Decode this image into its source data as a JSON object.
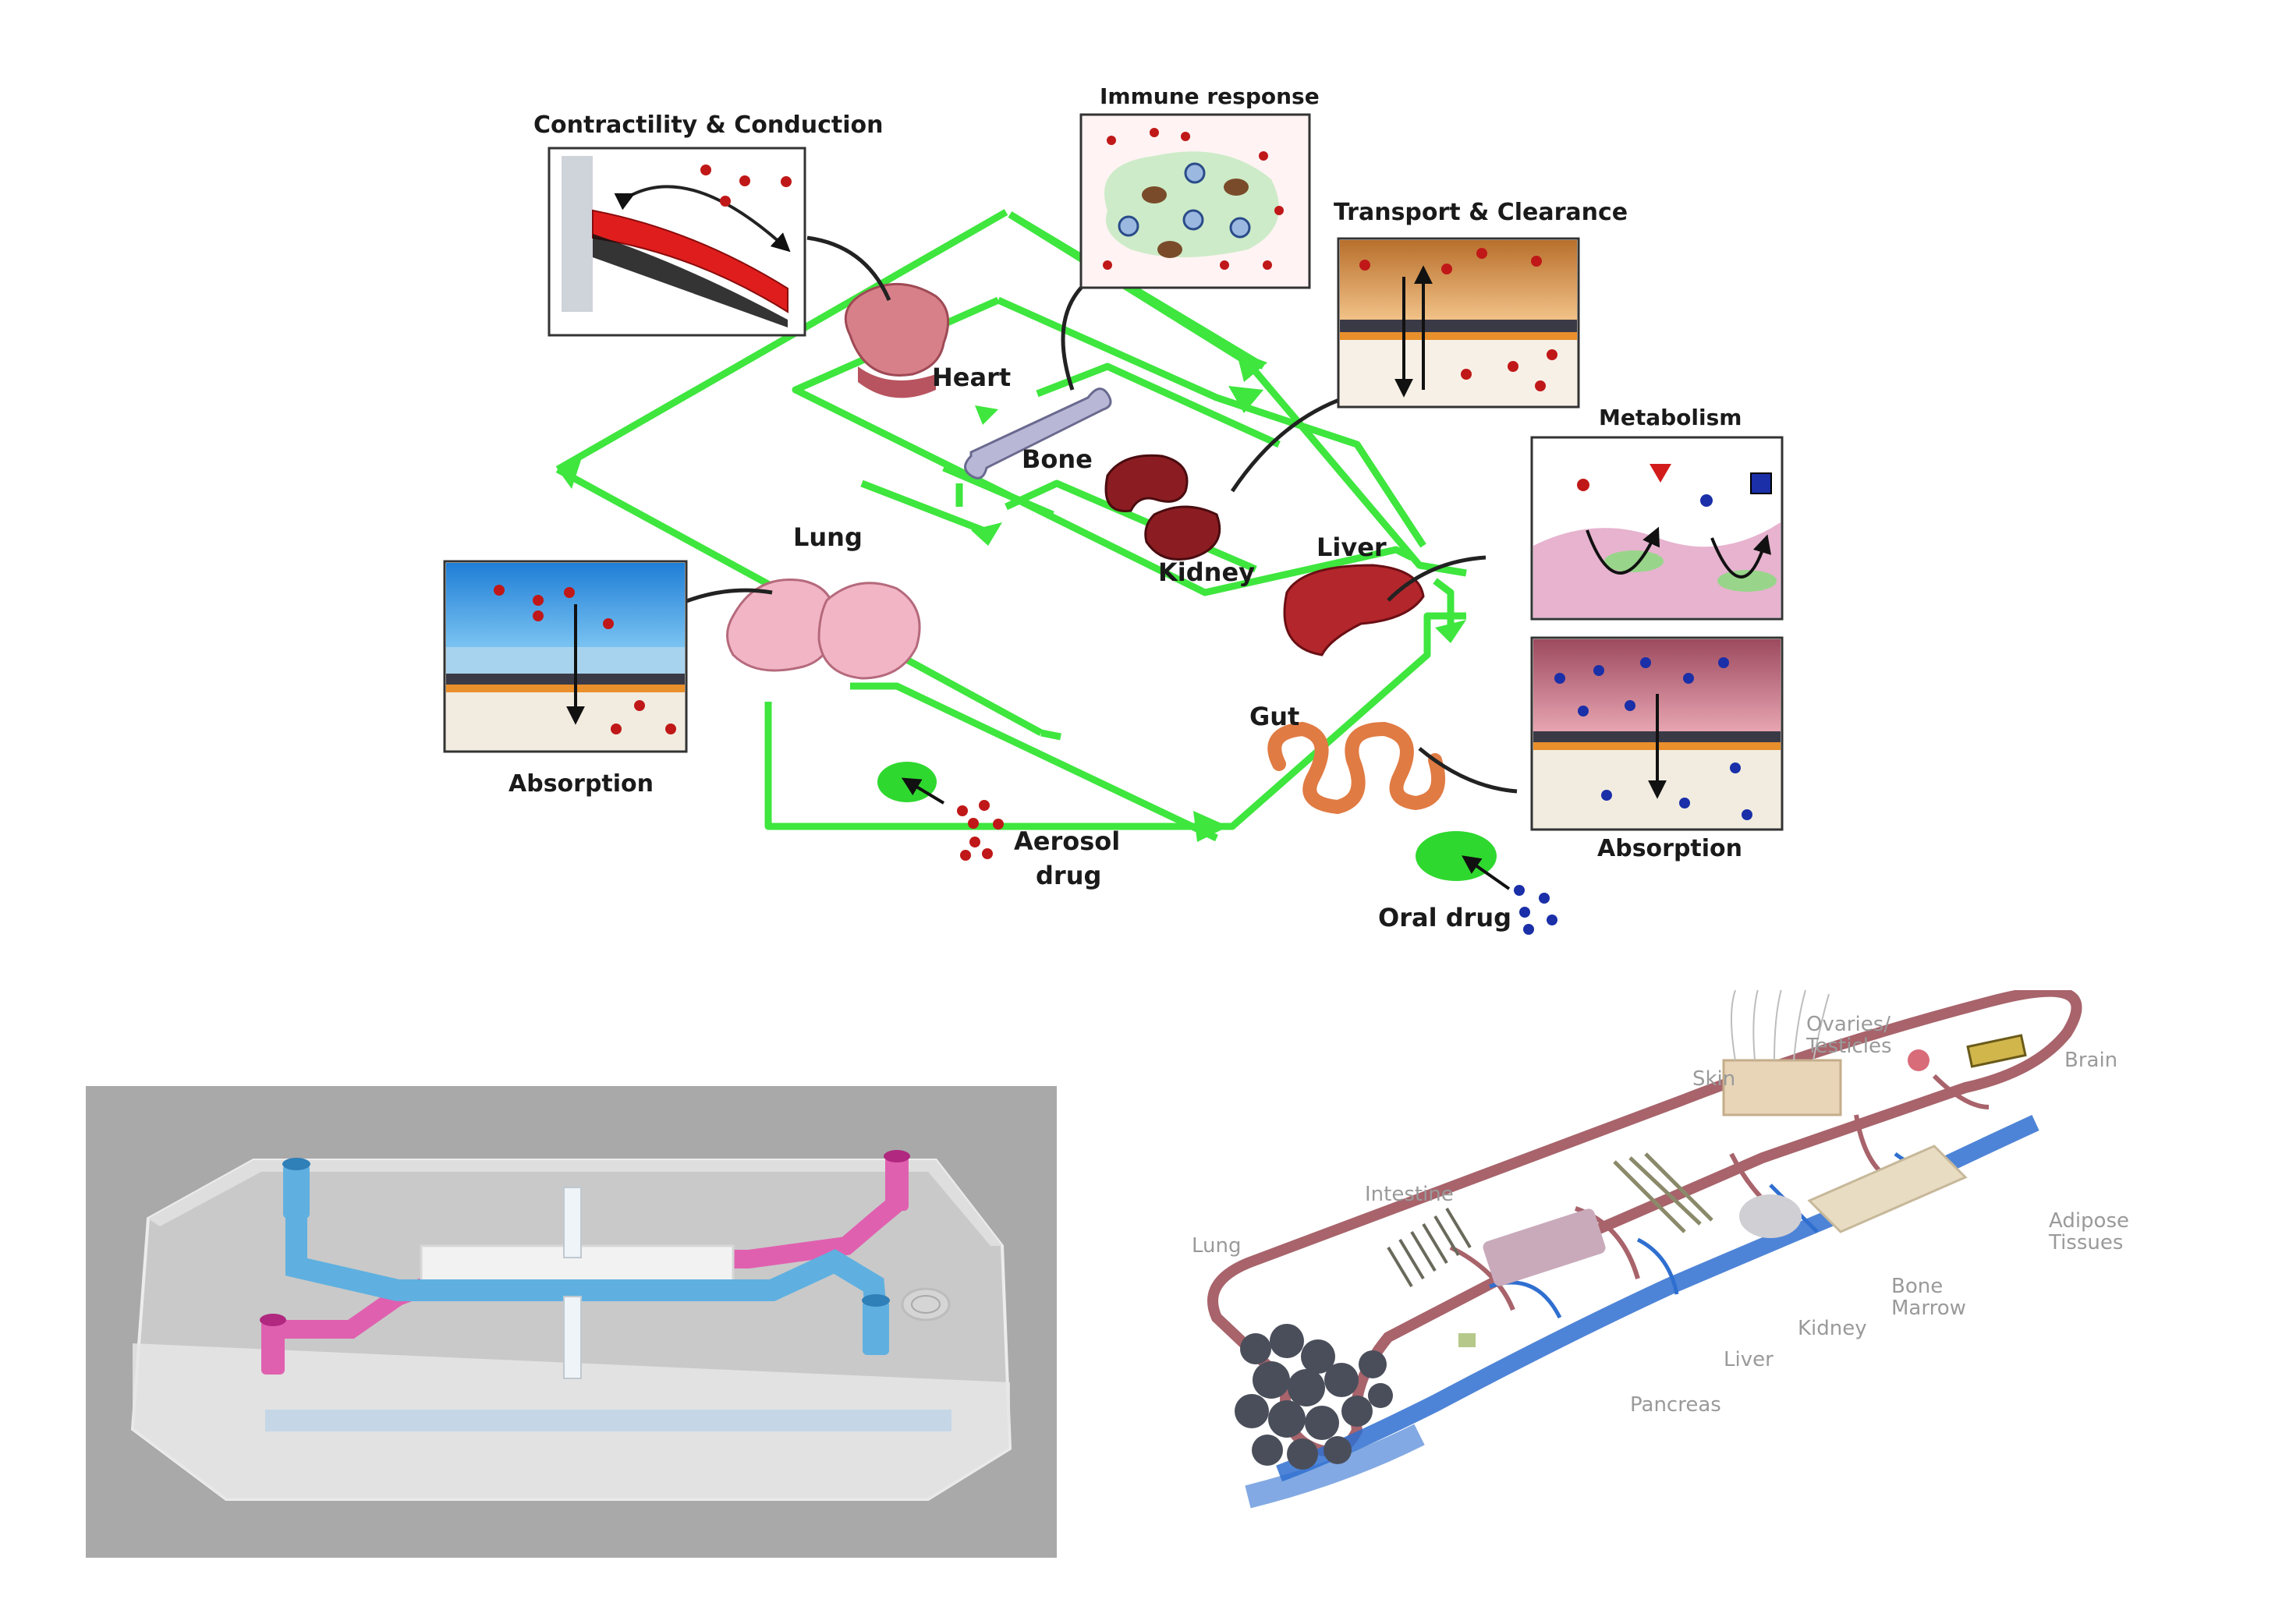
{
  "top_diagram": {
    "boxes": {
      "contractility": "Contractility & Conduction",
      "immune": "Immune response",
      "transport": "Transport & Clearance",
      "metabolism": "Metabolism",
      "absorption_lung": "Absorption",
      "absorption_gut": "Absorption"
    },
    "organs": {
      "heart": "Heart",
      "bone": "Bone",
      "lung": "Lung",
      "kidney": "Kidney",
      "liver": "Liver",
      "gut": "Gut"
    },
    "inputs": {
      "aerosol_line1": "Aerosol",
      "aerosol_line2": "drug",
      "oral": "Oral drug"
    },
    "colors": {
      "channel": "#3ee63e",
      "red_dot": "#c01818",
      "blue_dot": "#1a2fa8"
    }
  },
  "chip_render": {
    "colors": {
      "blue_channel": "#5fb0e0",
      "pink_channel": "#e060b0",
      "background": "#a9a9a9"
    }
  },
  "body_chip": {
    "labels": {
      "lung": "Lung",
      "intestine": "Intestine",
      "skin": "Skin",
      "ovaries_line1": "Ovaries/",
      "ovaries_line2": "Testicles",
      "brain": "Brain",
      "adipose_line1": "Adipose",
      "adipose_line2": "Tissues",
      "bone_marrow_line1": "Bone",
      "bone_marrow_line2": "Marrow",
      "kidney": "Kidney",
      "liver": "Liver",
      "pancreas": "Pancreas"
    },
    "colors": {
      "red_vessel": "#a8636b",
      "blue_vessel": "#2f6fd0"
    }
  }
}
